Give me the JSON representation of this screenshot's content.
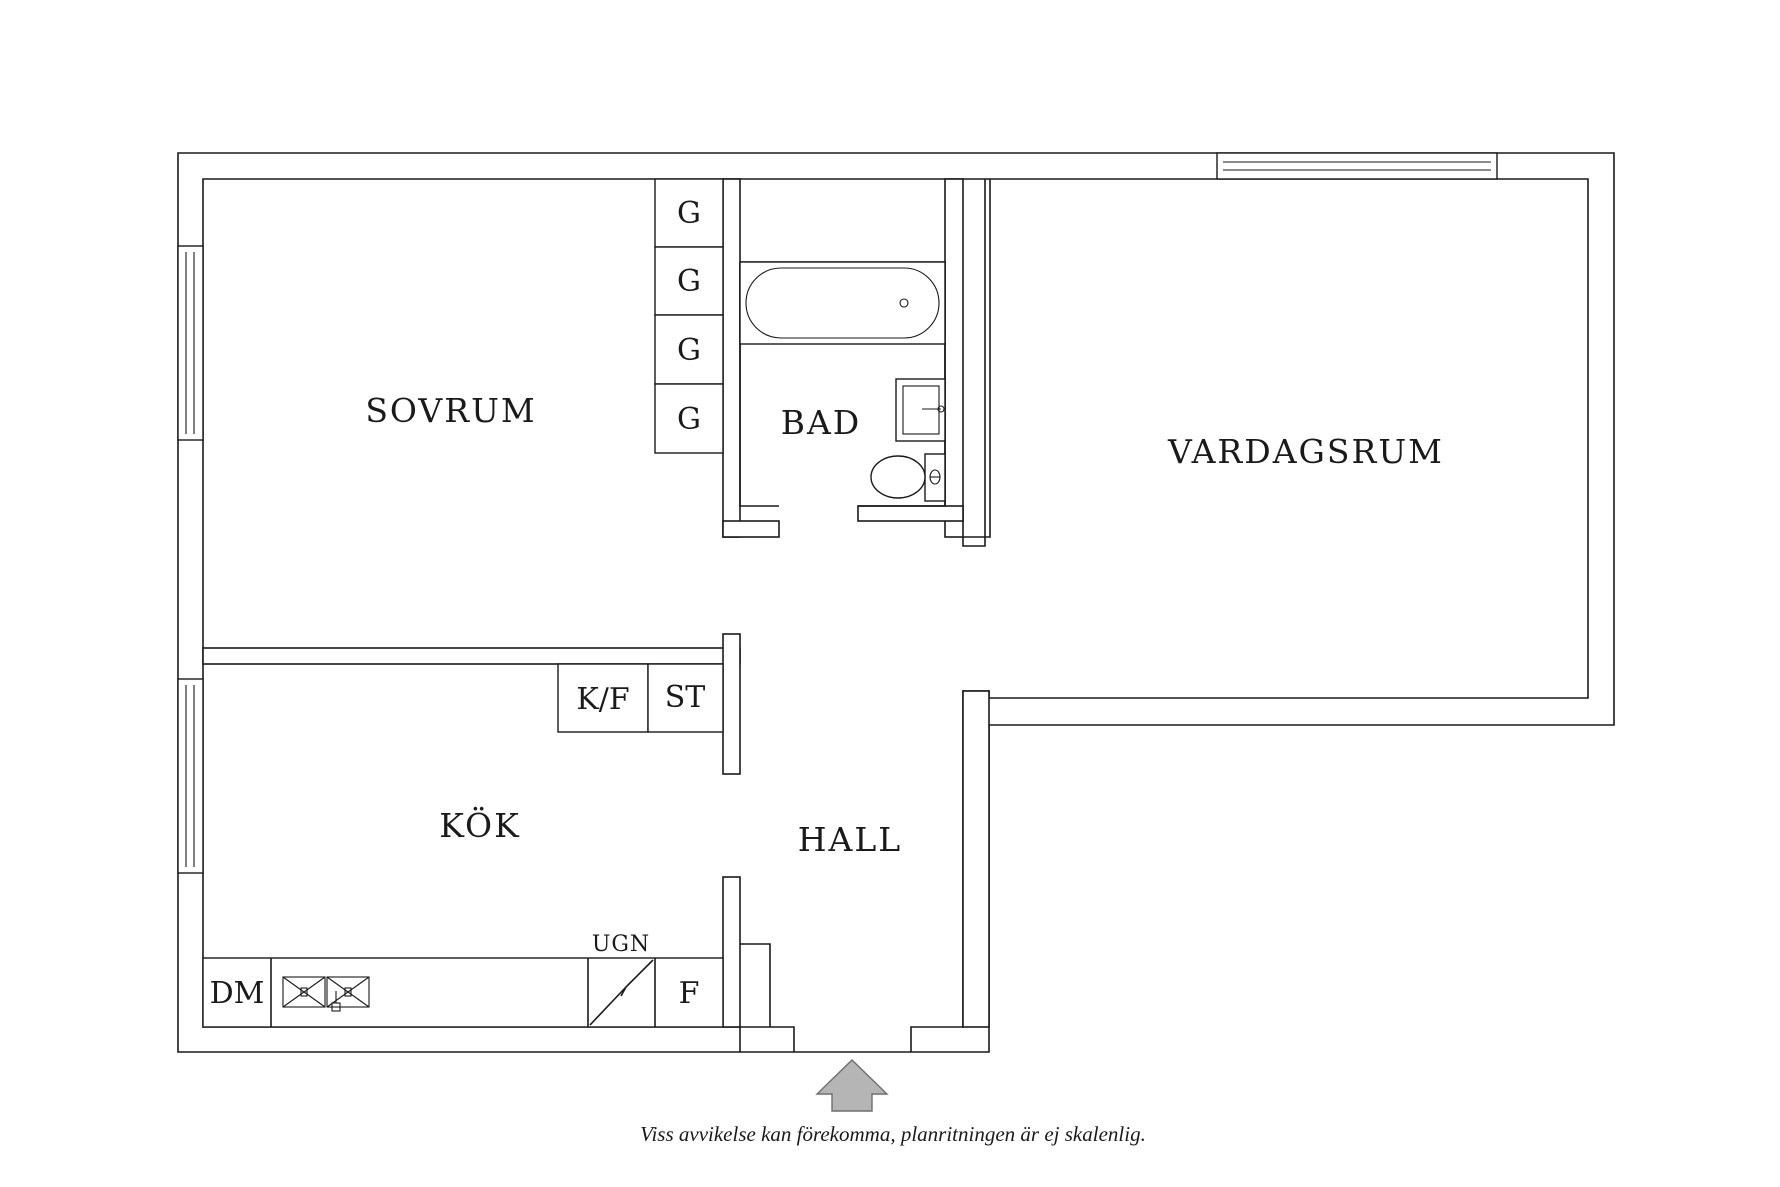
{
  "rooms": {
    "sovrum": "SOVRUM",
    "bad": "BAD",
    "vardagsrum": "VARDAGSRUM",
    "kok": "KÖK",
    "hall": "HALL"
  },
  "fixtures": {
    "wardrobe": [
      "G",
      "G",
      "G",
      "G"
    ],
    "fridge_freezer": "K/F",
    "storage": "ST",
    "dishwasher": "DM",
    "oven": "UGN",
    "freezer": "F"
  },
  "footnote": "Viss avvikelse kan förekomma, planritningen är ej skalenlig.",
  "colors": {
    "line": "#1a1a1a",
    "arrow": "#b5b5b5"
  }
}
